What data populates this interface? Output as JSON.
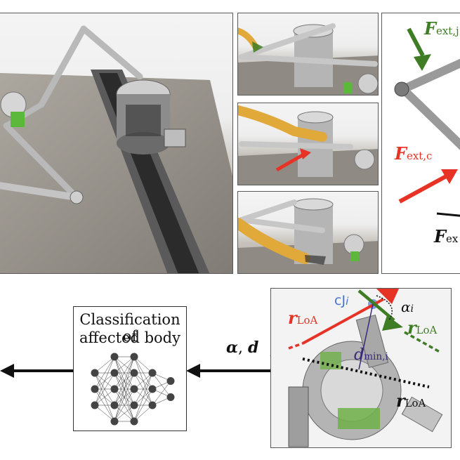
{
  "top_right_panel": {
    "labels": {
      "f_ext_green": {
        "symbol": "F",
        "subscript": "ext,j",
        "color": "#3e7d24"
      },
      "f_ext_red": {
        "symbol": "F",
        "subscript": "ext,c",
        "color": "#e63325"
      },
      "f_ext_black": {
        "symbol": "F",
        "subscript": "ex",
        "color": "#111111"
      }
    }
  },
  "classifier_box": {
    "title_line1": "Classification of",
    "title_line2": "affected body"
  },
  "arrow_label": {
    "alpha": "α",
    "separator": ", ",
    "d": "d"
  },
  "detail_panel": {
    "labels": {
      "r_loa_red": {
        "symbol": "r",
        "subscript": "LoA",
        "color": "#e63325"
      },
      "cji": {
        "text": "cJ",
        "index": "i",
        "color": "#4a74c9"
      },
      "alpha_i": {
        "symbol": "α",
        "index": "i",
        "color": "#111111"
      },
      "r_loa_green": {
        "symbol": "r",
        "subscript": "LoA",
        "color": "#3e7d24"
      },
      "d_min": {
        "symbol": "d",
        "subscript": "min,i",
        "color": "#3a2a7a"
      },
      "r_loa_black": {
        "symbol": "r",
        "subscript": "LoA",
        "color": "#111111"
      }
    }
  },
  "colors": {
    "green": "#3e7d24",
    "red": "#e63325",
    "black": "#111111",
    "blue": "#4a74c9",
    "purple": "#3a2a7a",
    "panel_border": "#5a5a5a"
  }
}
